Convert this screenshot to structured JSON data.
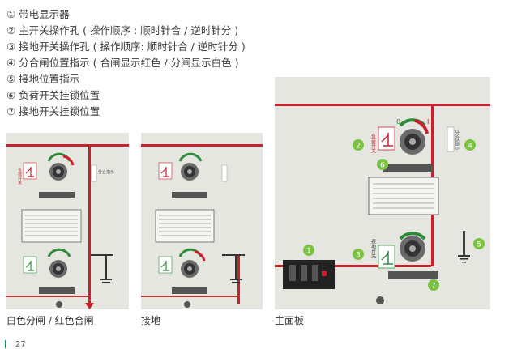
{
  "items": [
    "① 带电显示器",
    "② 主开关操作孔 ( 操作顺序 : 顺时针合 / 逆时针分 )",
    "③ 接地开关操作孔 ( 操作顺序: 顺时针合 / 逆时针分 )",
    "④ 分合闸位置指示 ( 合闸显示红色 / 分闸显示白色 )",
    "⑤ 接地位置指示",
    "⑥ 负荷开关挂锁位置",
    "⑦ 接地开关挂锁位置"
  ],
  "captions": {
    "left": "白色分闸 / 红色合闸",
    "middle": "接地",
    "right": "主面板"
  },
  "panel_labels": {
    "load_switch": "负荷开关",
    "earth_switch": "接地开关",
    "position_indicator": "分合指示",
    "dial_zero": "0",
    "dial_one": "I"
  },
  "markers": {
    "m1": "1",
    "m2": "2",
    "m3": "3",
    "m4": "4",
    "m5": "5",
    "m6": "6",
    "m7": "7"
  },
  "page_number": "27",
  "colors": {
    "panel": "#e4e6df",
    "red": "#c8202e",
    "green_marker": "#7cc242",
    "dial_green": "#2f8a3c"
  }
}
